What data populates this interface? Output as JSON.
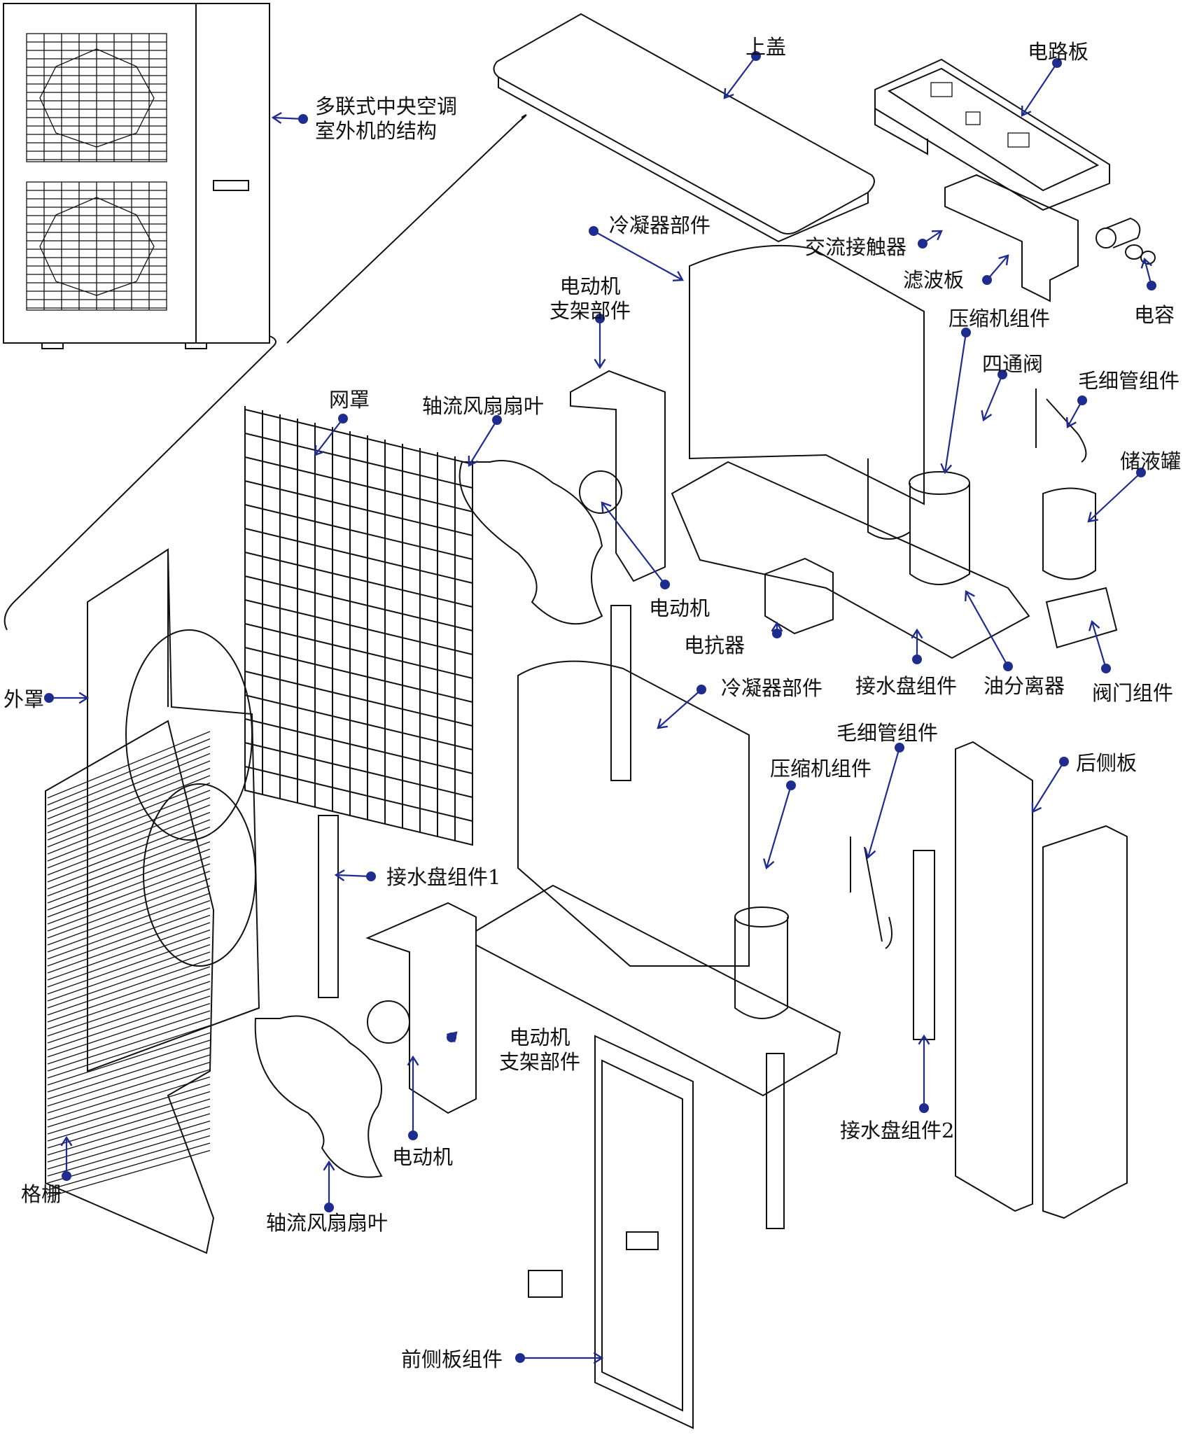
{
  "labels": {
    "outdoor_unit": "多联式中央空调\n室外机的结构",
    "top_cover": "上盖",
    "circuit_board": "电路板",
    "ac_contactor": "交流接触器",
    "filter_board": "滤波板",
    "capacitor": "电容",
    "condenser_top": "冷凝器部件",
    "motor_bracket_top": "电动机\n支架部件",
    "compressor_top": "压缩机组件",
    "four_way_valve": "四通阀",
    "capillary_top": "毛细管组件",
    "receiver": "储液罐",
    "net_cover": "网罩",
    "fan_blade_top": "轴流风扇扇叶",
    "motor_top": "电动机",
    "reactor": "电抗器",
    "drain_pan": "接水盘组件",
    "oil_separator": "油分离器",
    "valve_assembly": "阀门组件",
    "outer_cover": "外罩",
    "condenser_bottom": "冷凝器部件",
    "capillary_bottom": "毛细管组件",
    "rear_panel": "后侧板",
    "compressor_bottom": "压缩机组件",
    "drain_pan_1": "接水盘组件1",
    "motor_bracket_bottom": "电动机\n支架部件",
    "drain_pan_2": "接水盘组件2",
    "motor_bottom": "电动机",
    "grille": "格栅",
    "fan_blade_bottom": "轴流风扇扇叶",
    "front_panel": "前侧板组件"
  },
  "colors": {
    "leader": "#1f2c8f",
    "line": "#111111"
  }
}
